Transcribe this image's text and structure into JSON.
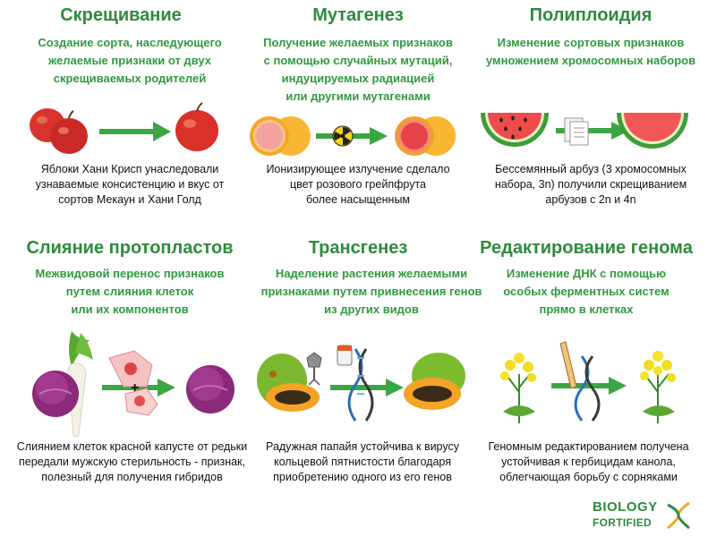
{
  "colors": {
    "heading_green": "#2e8b3e",
    "arrow_green": "#3aa642",
    "text": "#111111"
  },
  "sections": [
    {
      "title": "Скрещивание",
      "subtitle": [
        "Создание сорта, наследующего",
        "желаемые признаки от двух",
        "скрещиваемых родителей"
      ],
      "caption": [
        "Яблоки Хани Крисп унаследовали",
        "узнаваемые консистенцию и вкус от",
        "сортов Мекаун и Хани Голд"
      ],
      "icons": [
        "apples-icon",
        "arrow-icon",
        "apple-icon"
      ]
    },
    {
      "title": "Мутагенез",
      "subtitle": [
        "Получение желаемых признаков",
        "с помощью случайных мутаций,",
        "индуцируемых радиацией",
        "или другими мутагенами"
      ],
      "caption": [
        "Ионизирующее излучение сделало",
        "цвет розового грейпфрута",
        "более насыщенным"
      ],
      "icons": [
        "grapefruit-icon",
        "radiation-icon",
        "grapefruit-red-icon"
      ]
    },
    {
      "title": "Полиплоидия",
      "subtitle": [
        "Изменение сортовых признаков",
        "умножением хромосомных наборов"
      ],
      "caption": [
        "Бессемянный арбуз (3 хромосомных",
        "набора, 3n) получили скрещиванием",
        "арбузов с 2n и 4n"
      ],
      "icons": [
        "watermelon-icon",
        "document-icon",
        "seedless-watermelon-icon"
      ]
    },
    {
      "title": "Слияние протопластов",
      "subtitle": [
        "Межвидовой перенос признаков",
        "путем слияния клеток",
        "или их компонентов"
      ],
      "caption": [
        "Слиянием клеток красной капусте от редьки",
        "передали мужскую стерильность - признак,",
        "полезный для получения гибридов"
      ],
      "icons": [
        "cabbage-radish-icon",
        "cells-icon",
        "red-cabbage-icon"
      ]
    },
    {
      "title": "Трансгенез",
      "subtitle": [
        "Наделение растения желаемыми",
        "признаками путем привнесения генов",
        "из других видов"
      ],
      "caption": [
        "Радужная папайя устойчива к вирусу",
        "кольцевой пятнистости благодаря",
        "приобретению одного из его генов"
      ],
      "icons": [
        "papaya-virus-icon",
        "dna-vial-icon",
        "papaya-icon"
      ]
    },
    {
      "title": "Редактирование генома",
      "subtitle": [
        "Изменение ДНК с помощью",
        "особых ферментных систем",
        "прямо в клетках"
      ],
      "caption": [
        "Геномным редактированием получена",
        "устойчивая к гербицидам канола,",
        "облегчающая борьбу с сорняками"
      ],
      "icons": [
        "canola-icon",
        "dna-pencil-icon",
        "canola-flower-icon"
      ]
    }
  ],
  "logo": {
    "line1": "BIOLOGY",
    "line2": "FORTIFIED"
  }
}
